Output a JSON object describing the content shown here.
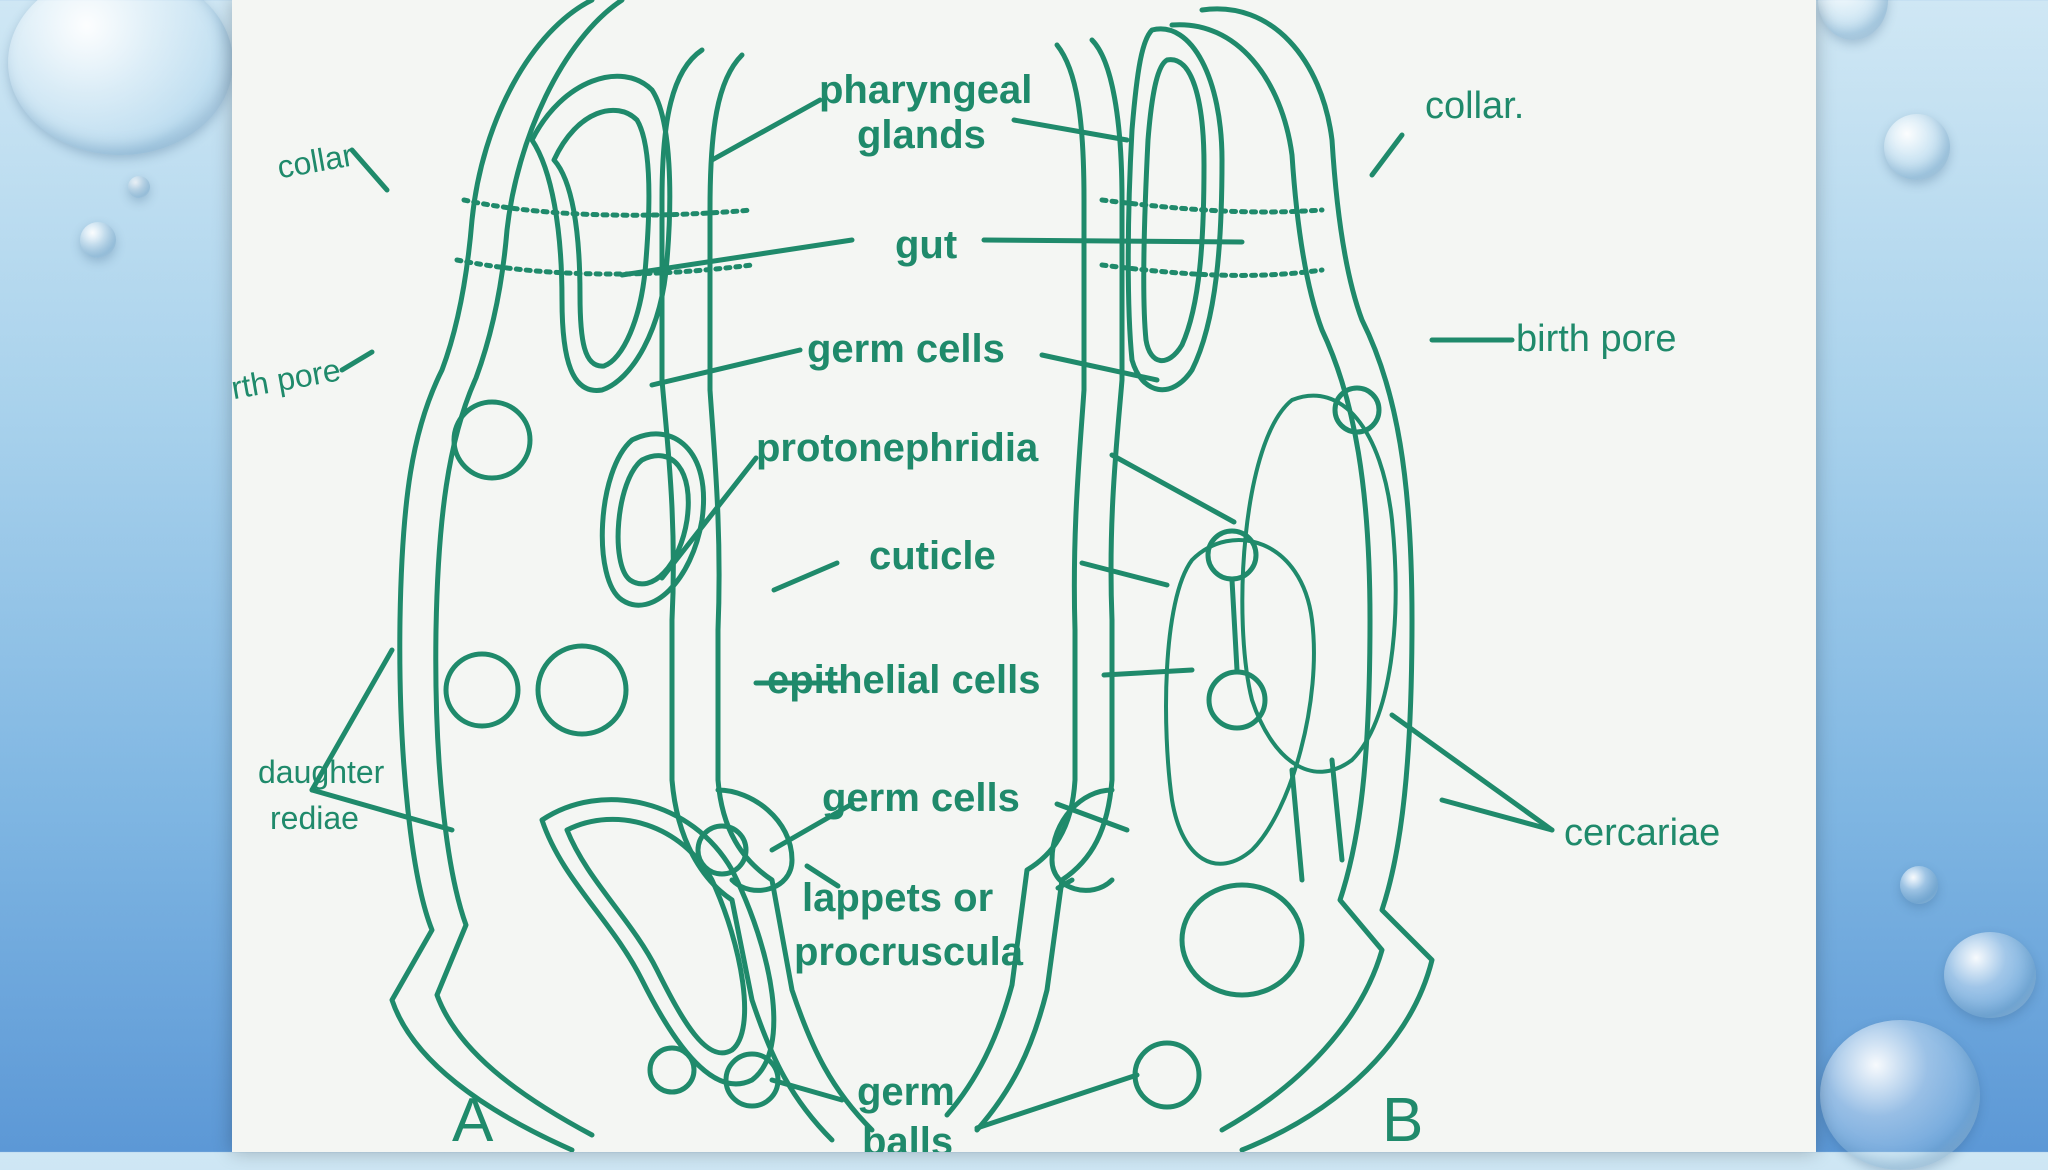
{
  "diagram": {
    "labels": {
      "pharyngeal": "pharyngeal",
      "glands": "glands",
      "gut": "gut",
      "germ_cells_top": "germ cells",
      "protonephridia": "protonephridia",
      "cuticle": "cuticle",
      "epithelial_cells": "epithelial cells",
      "germ_cells_lower": "germ cells",
      "lappets_or": "lappets or",
      "procruscula": "procruscula",
      "germ": "germ",
      "balls": "balls",
      "collar_left": "collar",
      "collar_right": "collar.",
      "birth_pore_left": "birth pore",
      "birth_pore_right": "birth pore",
      "daughter": "daughter",
      "rediae": "rediae",
      "cercariae": "cercariae",
      "panel_a": "A",
      "panel_b": "B"
    },
    "ink_color": "#1f8a6b",
    "paper_color": "#f4f6f3"
  }
}
